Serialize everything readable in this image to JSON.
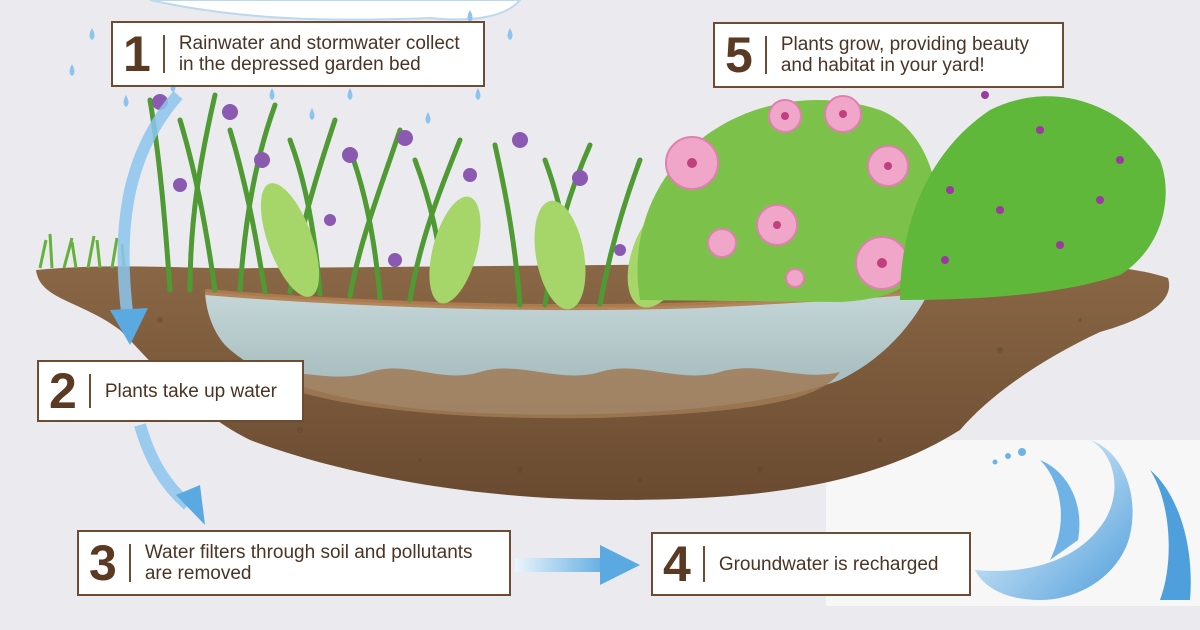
{
  "steps": [
    {
      "number": "1",
      "text": "Rainwater and stormwater collect\nin the depressed garden bed"
    },
    {
      "number": "2",
      "text": "Plants take up water"
    },
    {
      "number": "3",
      "text": "Water filters through soil and pollutants\nare removed"
    },
    {
      "number": "4",
      "text": "Groundwater is recharged"
    },
    {
      "number": "5",
      "text": "Plants grow, providing beauty\nand habitat in your yard!"
    }
  ],
  "colors": {
    "background": "#ebebef",
    "box_border": "#6e4c34",
    "number": "#5a3a22",
    "text": "#4a3424",
    "soil": "#7a5a3e",
    "water": "#6fb3e6",
    "plant_green": "#7cc24a",
    "flower_pink": "#f0a6c8",
    "iris_purple": "#8a5ab0"
  },
  "icons": [
    "raindrop-icon",
    "flow-arrow-icon",
    "water-splash-icon",
    "iris-flower-icon",
    "hibiscus-flower-icon"
  ]
}
